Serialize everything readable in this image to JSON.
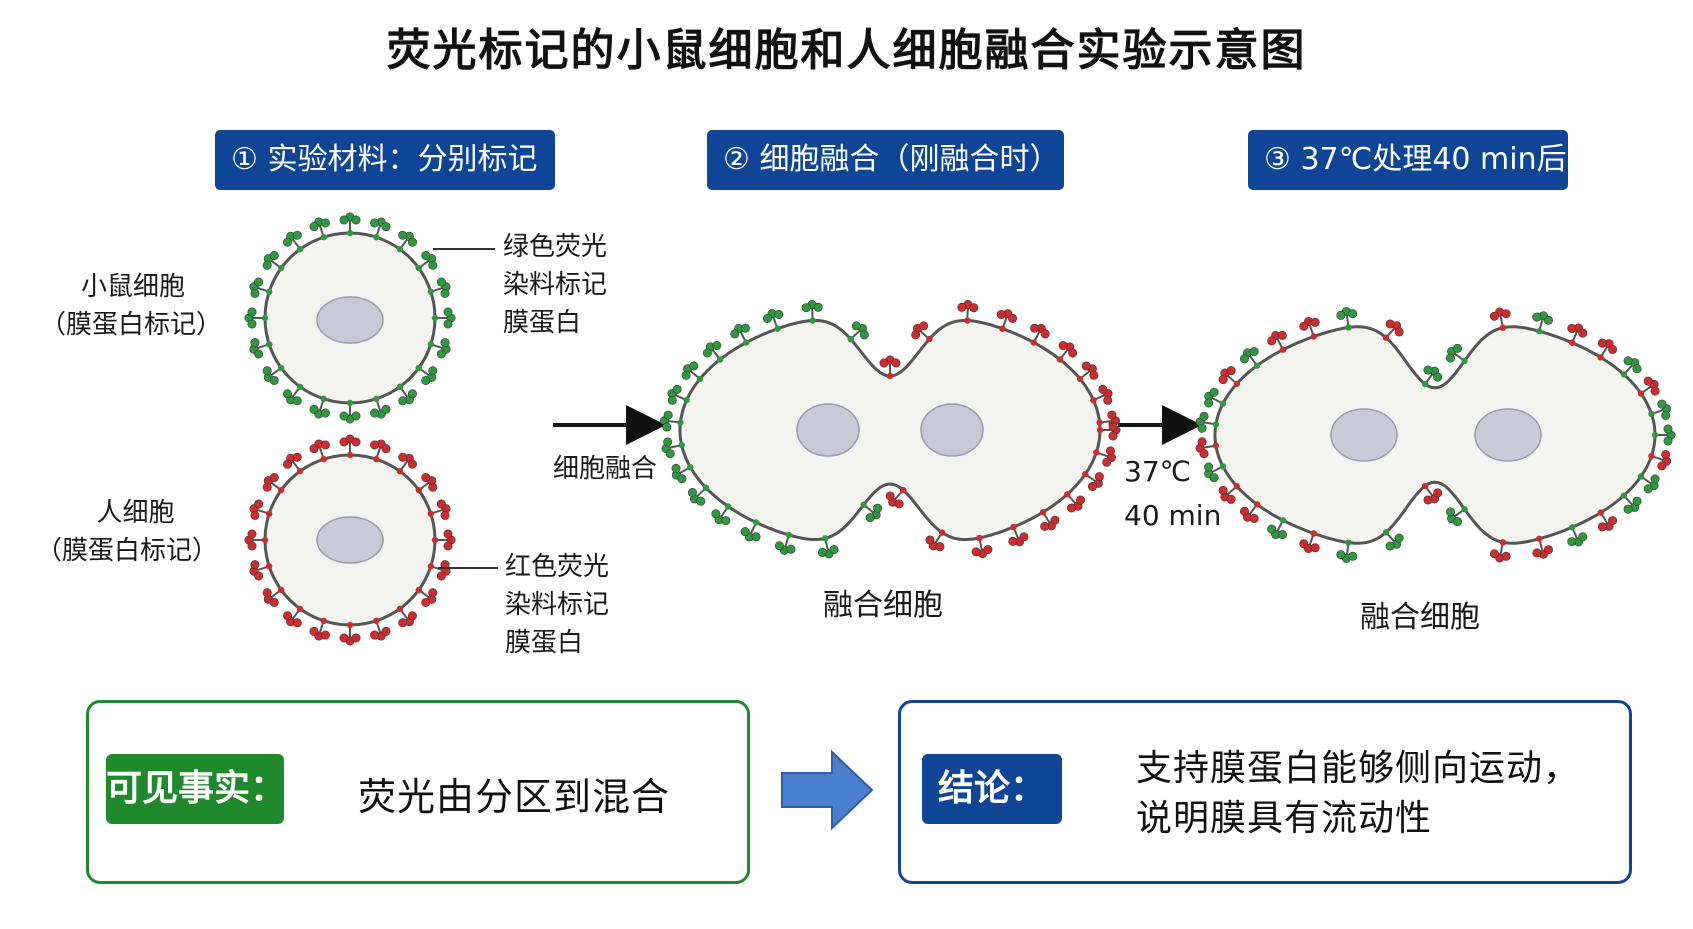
{
  "title": "荧光标记的小鼠细胞和人细胞融合实验示意图",
  "steps": [
    {
      "number": "①",
      "label": "实验材料：分别标记"
    },
    {
      "number": "②",
      "label": "细胞融合（刚融合时）"
    },
    {
      "number": "③",
      "label": "37℃处理40 min后"
    }
  ],
  "cells": {
    "mouse_label": [
      "小鼠细胞",
      "（膜蛋白标记）"
    ],
    "human_label": [
      "人细胞",
      "（膜蛋白标记）"
    ],
    "green_callout": [
      "绿色荧光",
      "染料标记",
      "膜蛋白"
    ],
    "red_callout": [
      "红色荧光",
      "染料标记",
      "膜蛋白"
    ],
    "arrow1_label": "细胞融合",
    "arrow2_label": [
      "37℃",
      "40 min"
    ],
    "fused_label_1": "融合细胞",
    "fused_label_2": "融合细胞"
  },
  "facts": {
    "badge": "可见事实：",
    "text": "荧光由分区到混合"
  },
  "conclusion": {
    "badge": "结论：",
    "lines": [
      "支持膜蛋白能够侧向运动，",
      "说明膜具有流动性"
    ]
  },
  "colors": {
    "green_protein": "#2e9a3e",
    "red_protein": "#d22b2b",
    "membrane": "#555555",
    "cytoplasm": "#f3f3f0",
    "nucleus": "#c9c9d8",
    "step_blue": "#0f4597",
    "fact_green": "#1f8a2c"
  }
}
